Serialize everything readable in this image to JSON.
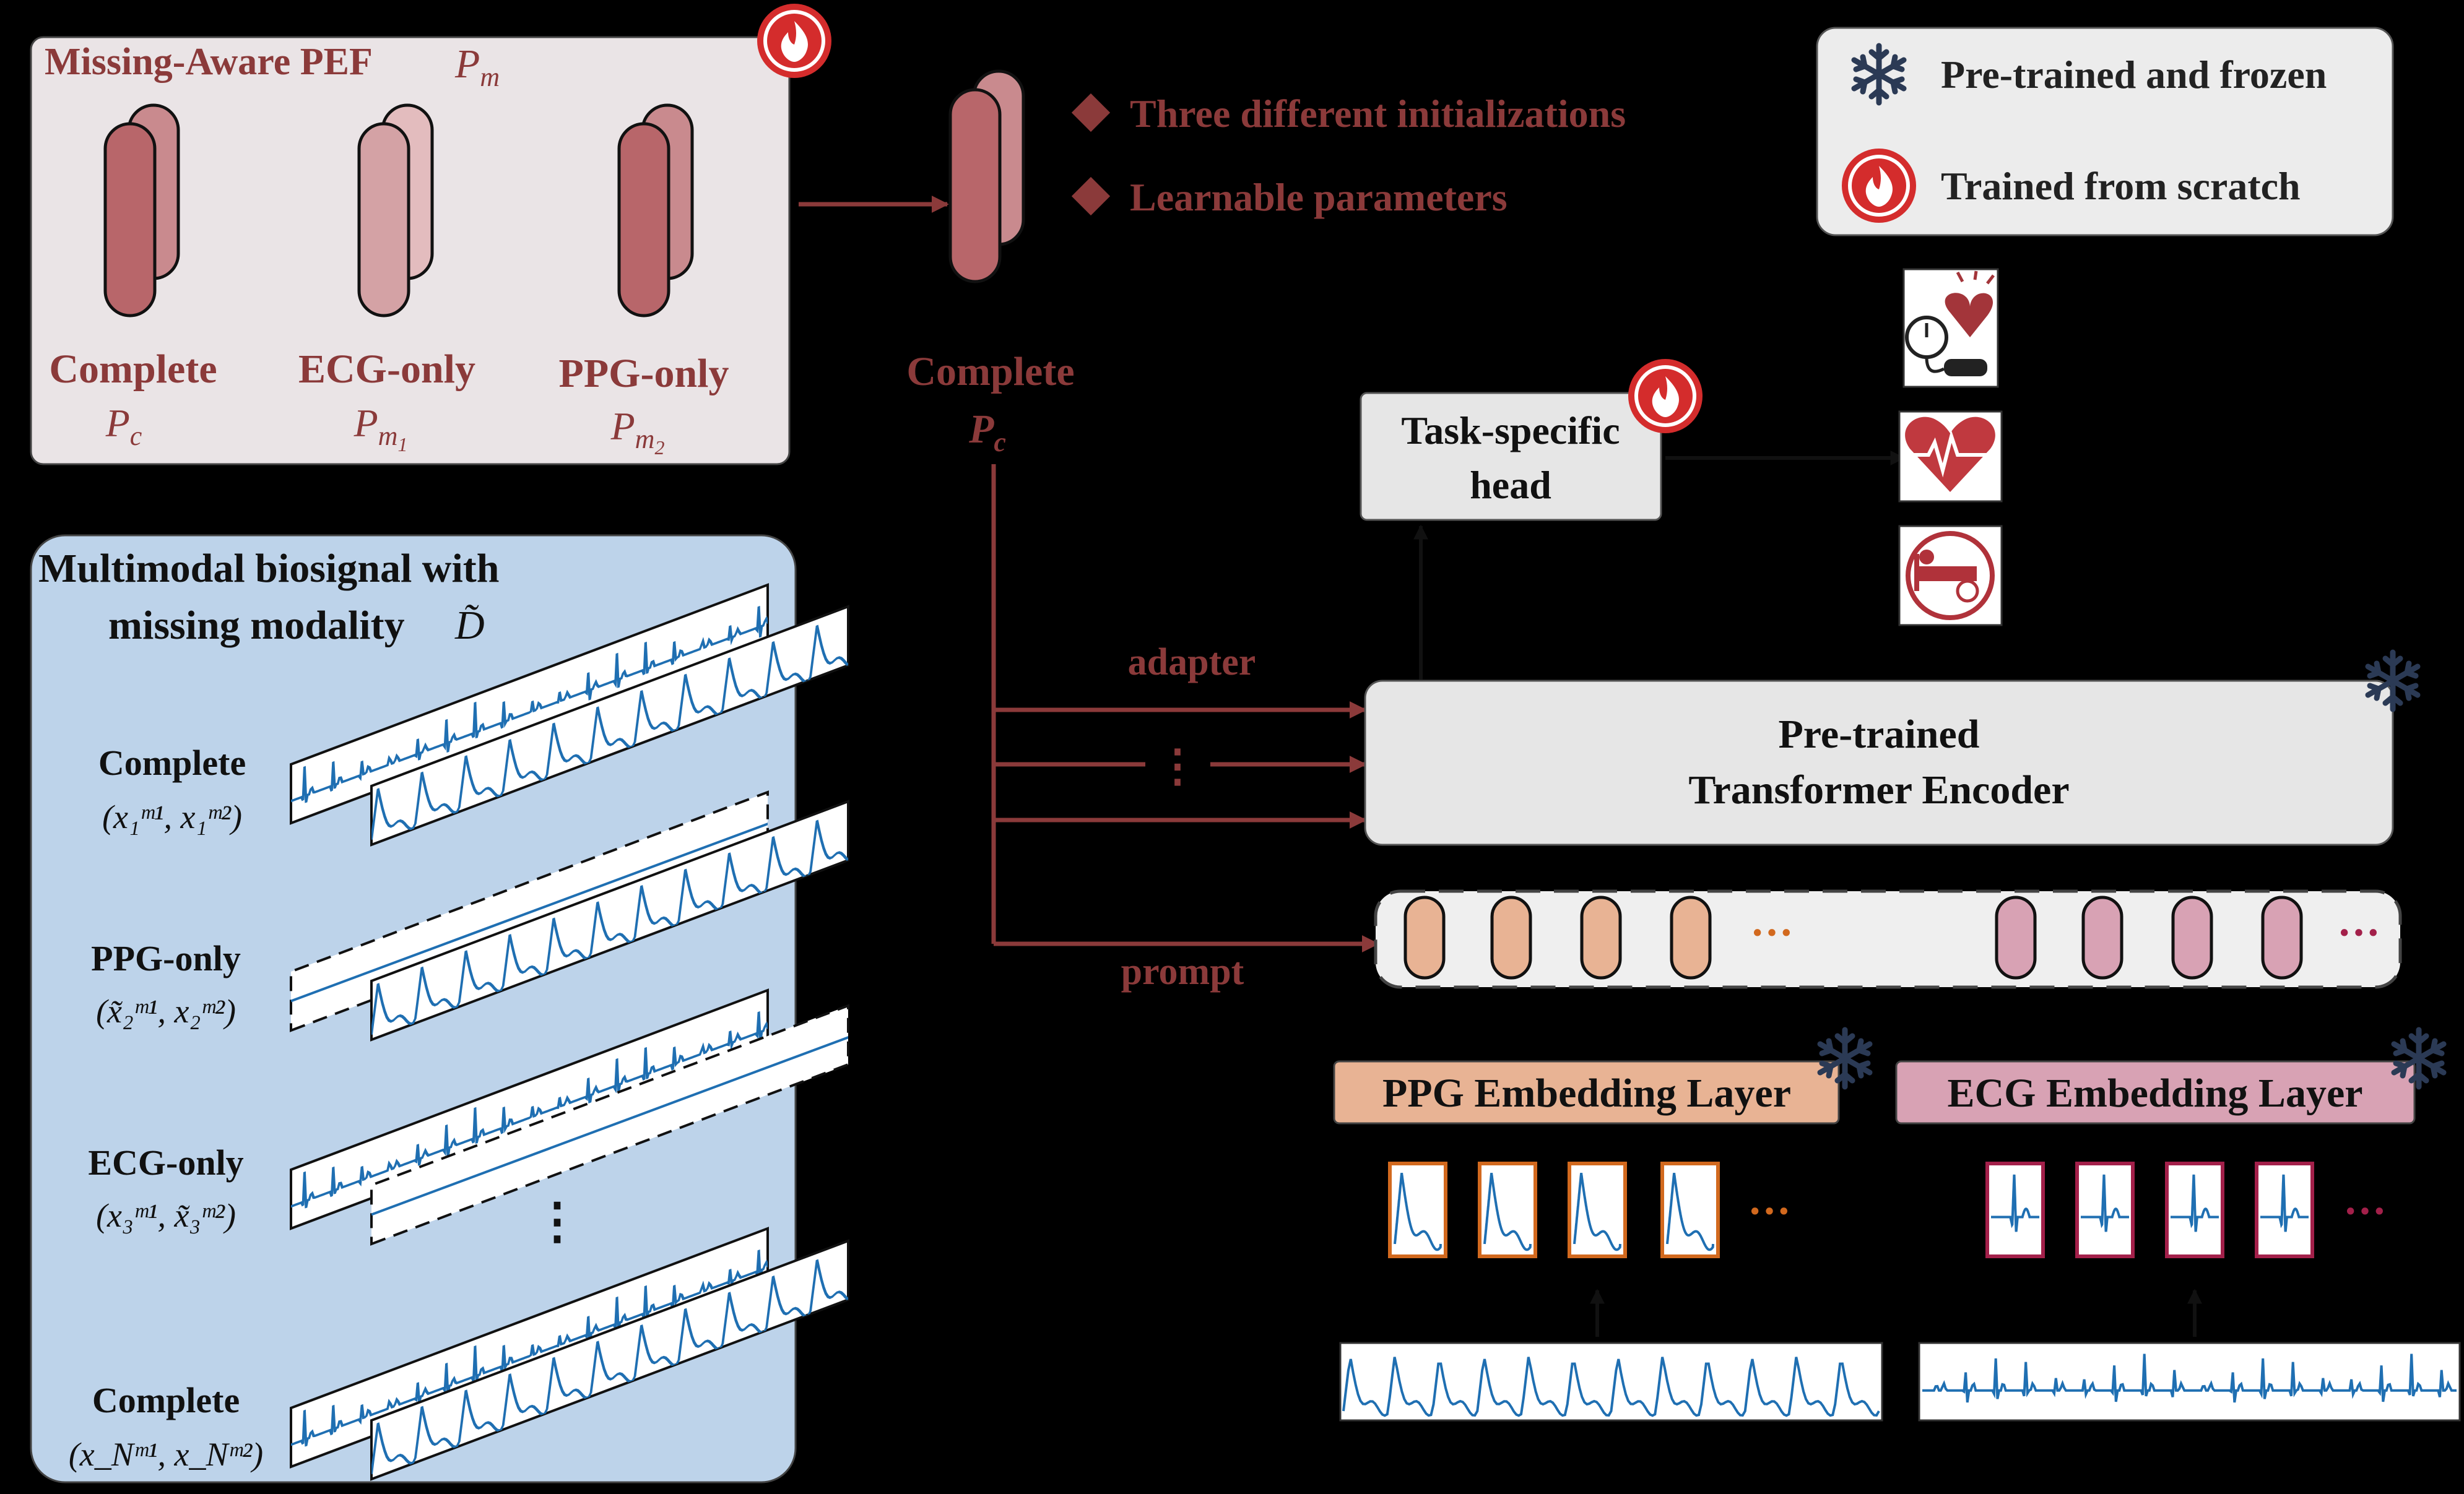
{
  "pef_panel": {
    "title": "Missing-Aware PEF",
    "title_symbol": "P",
    "title_symbol_sub": "m",
    "items": [
      {
        "label": "Complete",
        "symbol": "P",
        "sub": "c"
      },
      {
        "label": "ECG-only",
        "symbol": "P",
        "sub": "m",
        "sub2": "1"
      },
      {
        "label": "PPG-only",
        "symbol": "P",
        "sub": "m",
        "sub2": "2"
      }
    ]
  },
  "init_notes": [
    "Three different initializations",
    "Learnable parameters"
  ],
  "selected_prompt": {
    "label": "Complete",
    "symbol": "P",
    "sub": "c"
  },
  "legend": {
    "frozen_label": "Pre-trained and frozen",
    "scratch_label": "Trained from scratch"
  },
  "biosignal_panel": {
    "title_line1": "Multimodal biosignal with",
    "title_line2": "missing modality",
    "title_symbol": "D̃",
    "rows": [
      {
        "label": "Complete",
        "formula": "(x₁ᵐ¹, x₁ᵐ²)"
      },
      {
        "label": "PPG-only",
        "formula": "(x̃₂ᵐ¹, x₂ᵐ²)"
      },
      {
        "label": "ECG-only",
        "formula": "(x₃ᵐ¹, x̃₃ᵐ²)"
      },
      {
        "label": "Complete",
        "formula": "(x_Nᵐ¹, x_Nᵐ²)"
      }
    ],
    "vdots": "⋮"
  },
  "task_head": {
    "line1": "Task-specific",
    "line2": "head"
  },
  "encoder": {
    "line1": "Pre-trained",
    "line2": "Transformer Encoder"
  },
  "connections": {
    "adapter": "adapter",
    "prompt": "prompt",
    "vdots": "⋮"
  },
  "tokens": {
    "ellipsis": "···"
  },
  "ppg_embedding": {
    "label": "PPG Embedding Layer",
    "ellipsis": "···"
  },
  "ecg_embedding": {
    "label": "ECG Embedding Layer",
    "ellipsis": "···"
  },
  "output_icons": [
    "blood-pressure-icon",
    "heart-rate-icon",
    "sleep-icon"
  ],
  "colors": {
    "brand_red": "#8B3A3A",
    "prompt_fill": "#C0686C",
    "prompt_light": "#D9A3A6",
    "pef_panel_bg": "#EAE4E6",
    "bio_panel_bg": "#BDD3EA",
    "signal_blue": "#1F6FB2",
    "ppg_token": "#E8B394",
    "ecg_token": "#D8A2B4",
    "ppg_frame": "#D2691E",
    "ecg_frame": "#A3204A",
    "snowflake": "#2B3A55",
    "flame_red": "#D42C2C"
  }
}
